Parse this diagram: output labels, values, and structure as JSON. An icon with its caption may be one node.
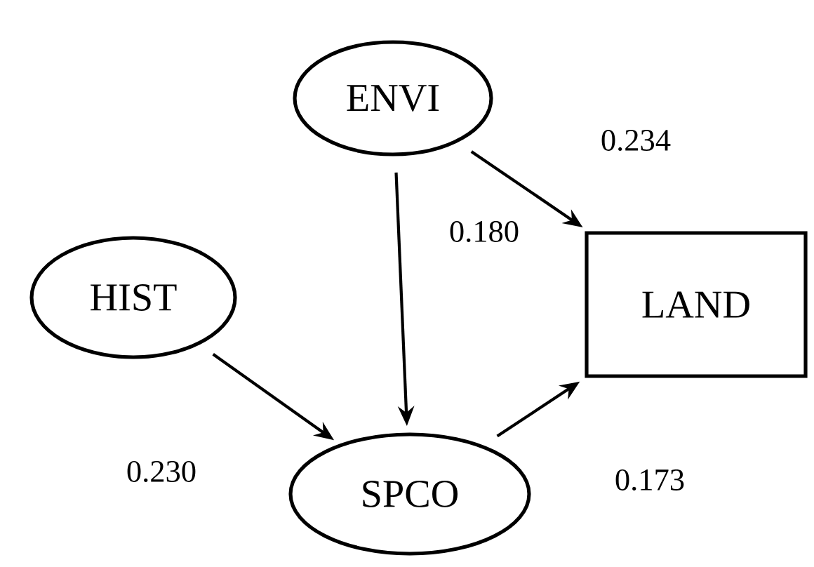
{
  "diagram": {
    "nodes": [
      {
        "text": [
          "ENVI"
        ]
      },
      {
        "text": [
          "HIST"
        ]
      },
      {
        "text": [
          "LAND"
        ]
      },
      {
        "text": [
          "SPCO"
        ]
      }
    ],
    "edges": [
      {
        "from": 0,
        "to": 2,
        "arrow": "to",
        "label": "0.234"
      },
      {
        "from": 0,
        "to": 3,
        "arrow": "to",
        "label": "0.180"
      },
      {
        "from": 1,
        "to": 3,
        "arrow": "to",
        "label": "0.230"
      },
      {
        "from": 3,
        "to": 2,
        "arrow": "to",
        "label": "0.173"
      }
    ]
  }
}
